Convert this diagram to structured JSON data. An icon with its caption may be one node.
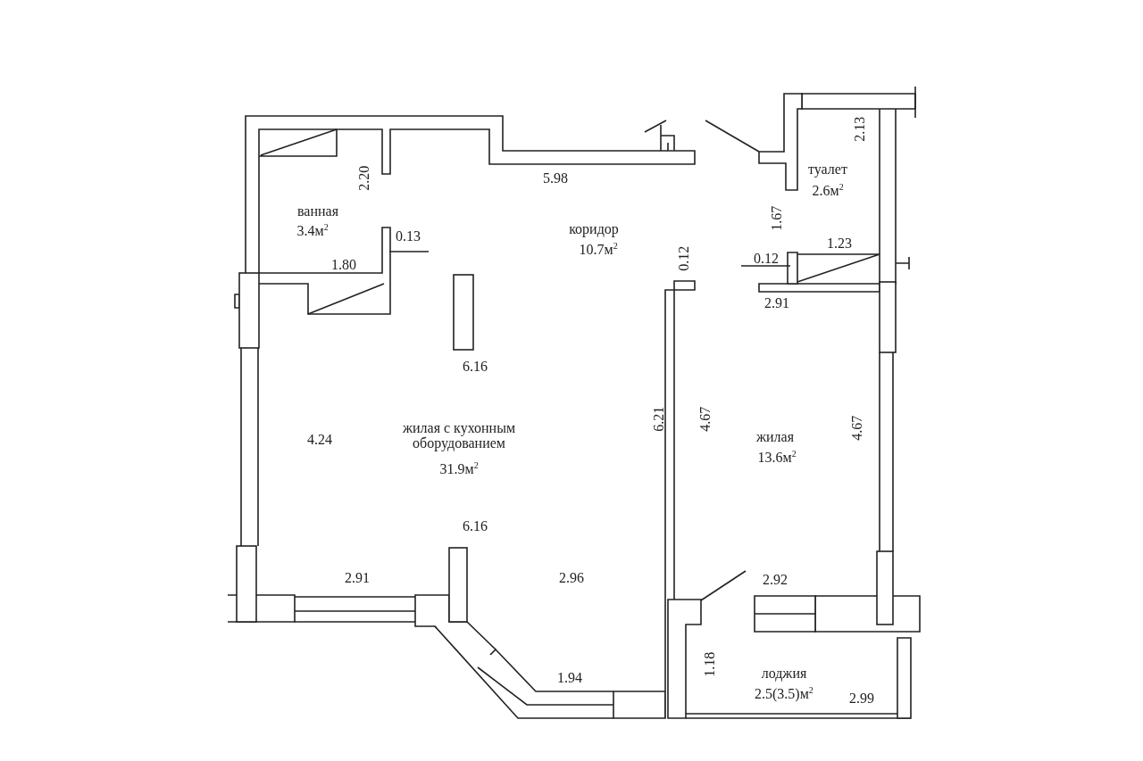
{
  "diagram": {
    "labels": [
      "2.13",
      "туалет",
      "2.6м$^{2}$",
      "5.98",
      "2.20",
      "ванная",
      "3.4м$^{2}$",
      "коридор",
      "10.7м$^{2}$",
      "1.67",
      "0.13",
      "1.80",
      "0.12",
      "1.23",
      "0.12",
      "2.91",
      "6.16",
      "жилая с кухонным оборудованием",
      "31.9м$^{2}$",
      "4.24",
      "6.21",
      "4.67",
      "жилая",
      "13.6м$^{2}$",
      "4.67",
      "6.16",
      "2.91",
      "2.96",
      "2.92",
      "1.18",
      "лоджия",
      "2.5(3.5)м$^{2}$",
      "1.94",
      "2.99"
    ]
  }
}
